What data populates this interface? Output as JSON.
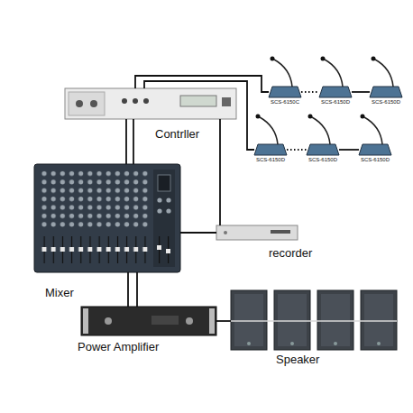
{
  "diagram": {
    "nodes": [
      {
        "text": [
          "Contrller"
        ]
      },
      {
        "text": [
          "SCS-6150C"
        ]
      },
      {
        "text": [
          "SCS-6150D"
        ]
      },
      {
        "text": [
          "SCS-6150D"
        ]
      },
      {
        "text": [
          "SCS-6150D"
        ]
      },
      {
        "text": [
          "SCS-6150D"
        ]
      },
      {
        "text": [
          "SCS-6150D"
        ]
      },
      {
        "text": [
          "Mixer"
        ]
      },
      {
        "text": [
          "recorder"
        ]
      },
      {
        "text": [
          "Power Amplifier"
        ]
      },
      {
        "text": [
          "Speaker"
        ]
      }
    ],
    "edges": [
      {
        "from": 0,
        "to": 1,
        "arrow": "none"
      },
      {
        "from": 1,
        "to": 2,
        "arrow": "none"
      },
      {
        "from": 2,
        "to": 3,
        "arrow": "none"
      },
      {
        "from": 0,
        "to": 4,
        "arrow": "none"
      },
      {
        "from": 4,
        "to": 5,
        "arrow": "none"
      },
      {
        "from": 5,
        "to": 6,
        "arrow": "none"
      },
      {
        "from": 0,
        "to": 7,
        "arrow": "none"
      },
      {
        "from": 0,
        "to": 7,
        "arrow": "none"
      },
      {
        "from": 0,
        "to": 8,
        "arrow": "none"
      },
      {
        "from": 7,
        "to": 8,
        "arrow": "none"
      },
      {
        "from": 7,
        "to": 9,
        "arrow": "none"
      },
      {
        "from": 7,
        "to": 9,
        "arrow": "none"
      },
      {
        "from": 9,
        "to": 10,
        "arrow": "none"
      }
    ]
  }
}
